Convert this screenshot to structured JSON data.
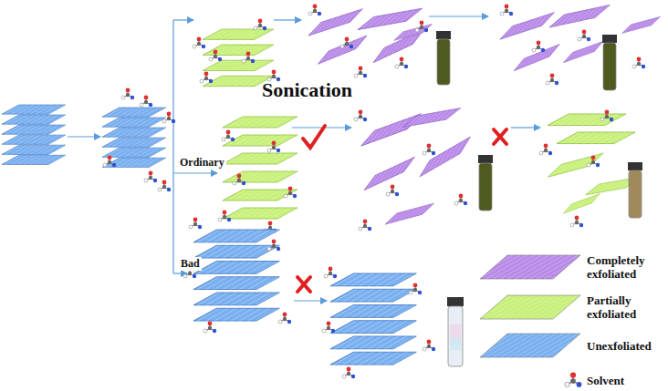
{
  "diagram": {
    "labels": [
      "Sonication",
      "Ordinary",
      "Bad"
    ],
    "legend": [
      {
        "text": "Completely exfoliated",
        "color": "#b98ae8"
      },
      {
        "text": "Partially exfoliated",
        "color": "#c8f07a"
      },
      {
        "text": "Unexfoliated",
        "color": "#7ab0f0"
      },
      {
        "text": "Solvent"
      }
    ]
  }
}
